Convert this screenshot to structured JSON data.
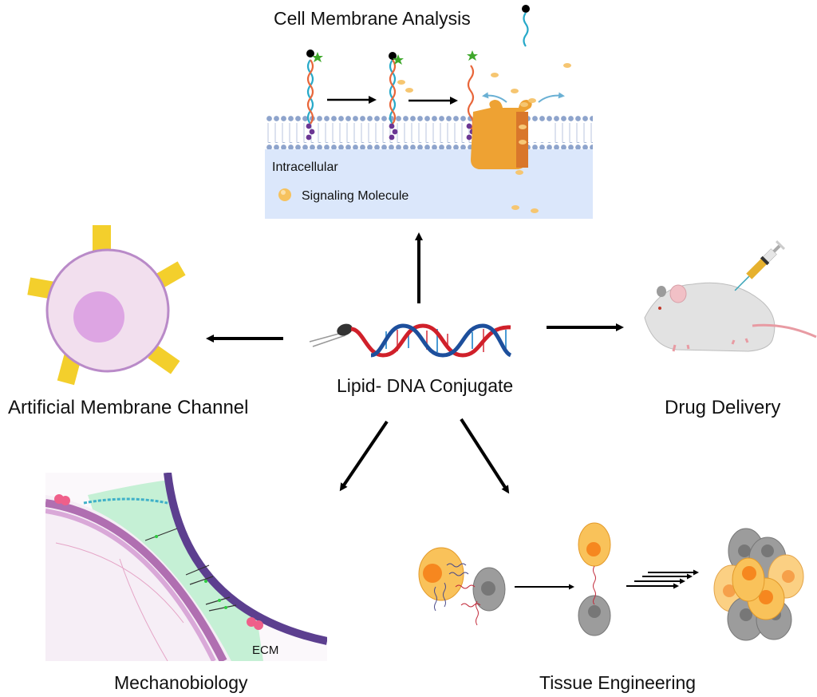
{
  "diagram": {
    "center": {
      "label": "Lipid- DNA Conjugate",
      "icon": "lipid-dna-icon"
    },
    "branches": [
      {
        "id": "cell-membrane-analysis",
        "label": "Cell Membrane Analysis",
        "direction": "up",
        "annotations": {
          "intracellular": "Intracellular",
          "legend": "Signaling Molecule"
        }
      },
      {
        "id": "artificial-membrane-channel",
        "label": "Artificial Membrane Channel",
        "direction": "left"
      },
      {
        "id": "drug-delivery",
        "label": "Drug Delivery",
        "direction": "right"
      },
      {
        "id": "mechanobiology",
        "label": "Mechanobiology",
        "direction": "down-left",
        "annotations": {
          "ecm": "ECM"
        }
      },
      {
        "id": "tissue-engineering",
        "label": "Tissue Engineering",
        "direction": "down-right"
      }
    ],
    "colors": {
      "membrane_bg": "#dbe7fb",
      "lipid_head": "#8ea4cc",
      "dna_red": "#d0202a",
      "dna_blue": "#1d4f9c",
      "strand_orange": "#e8663a",
      "strand_cyan": "#27a9c9",
      "channel_orange": "#eea233",
      "channel_core": "#d9772b",
      "cell_pink": "#f2dfee",
      "cell_outline": "#b98ac8",
      "nucleus_pink": "#dda5e3",
      "channel_yellow": "#f3cf2c",
      "ecm_green": "#bfeed0",
      "membrane_purple": "#5c3f8f",
      "cell_yellow": "#f9c25a",
      "nucleus_orange": "#f6871f",
      "cell_grey": "#9c9c9c",
      "nucleus_grey": "#777777"
    }
  }
}
